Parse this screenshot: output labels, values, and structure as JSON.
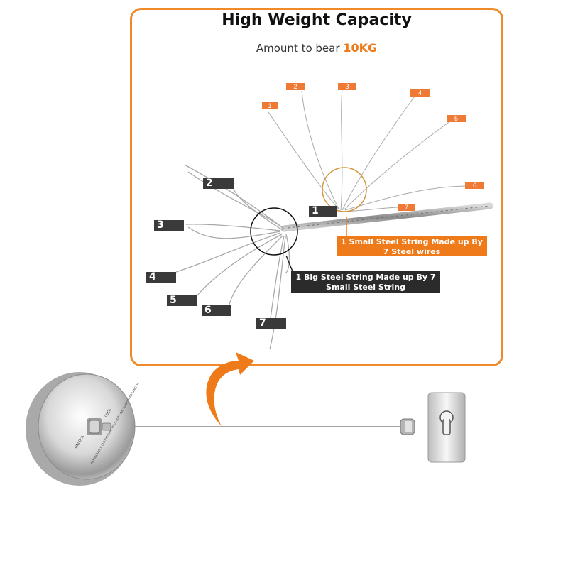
{
  "title": "High Weight Capacity",
  "subtitle": {
    "prefix": "Amount to bear",
    "weight": "10KG"
  },
  "small_wire_labels": [
    "1",
    "2",
    "3",
    "4",
    "5",
    "6",
    "7"
  ],
  "big_strand_labels": [
    "1",
    "2",
    "3",
    "4",
    "5",
    "6",
    "7"
  ],
  "callouts": {
    "small": "1 Small Steel String Made up By 7 Steel wires",
    "big": "1 Big Steel String Made up By 7 Small Steel String"
  },
  "device_text": {
    "unlock": "UNLOCK",
    "lock": "LOCK",
    "instructions": "RETRACTABLE CLOTHESLINE PULL OUT LINE TO DESIRED LENGTH"
  },
  "colors": {
    "accent": "#ee7a1a",
    "frame": "#ee8a2a",
    "dark_label": "#3a3a3a"
  }
}
